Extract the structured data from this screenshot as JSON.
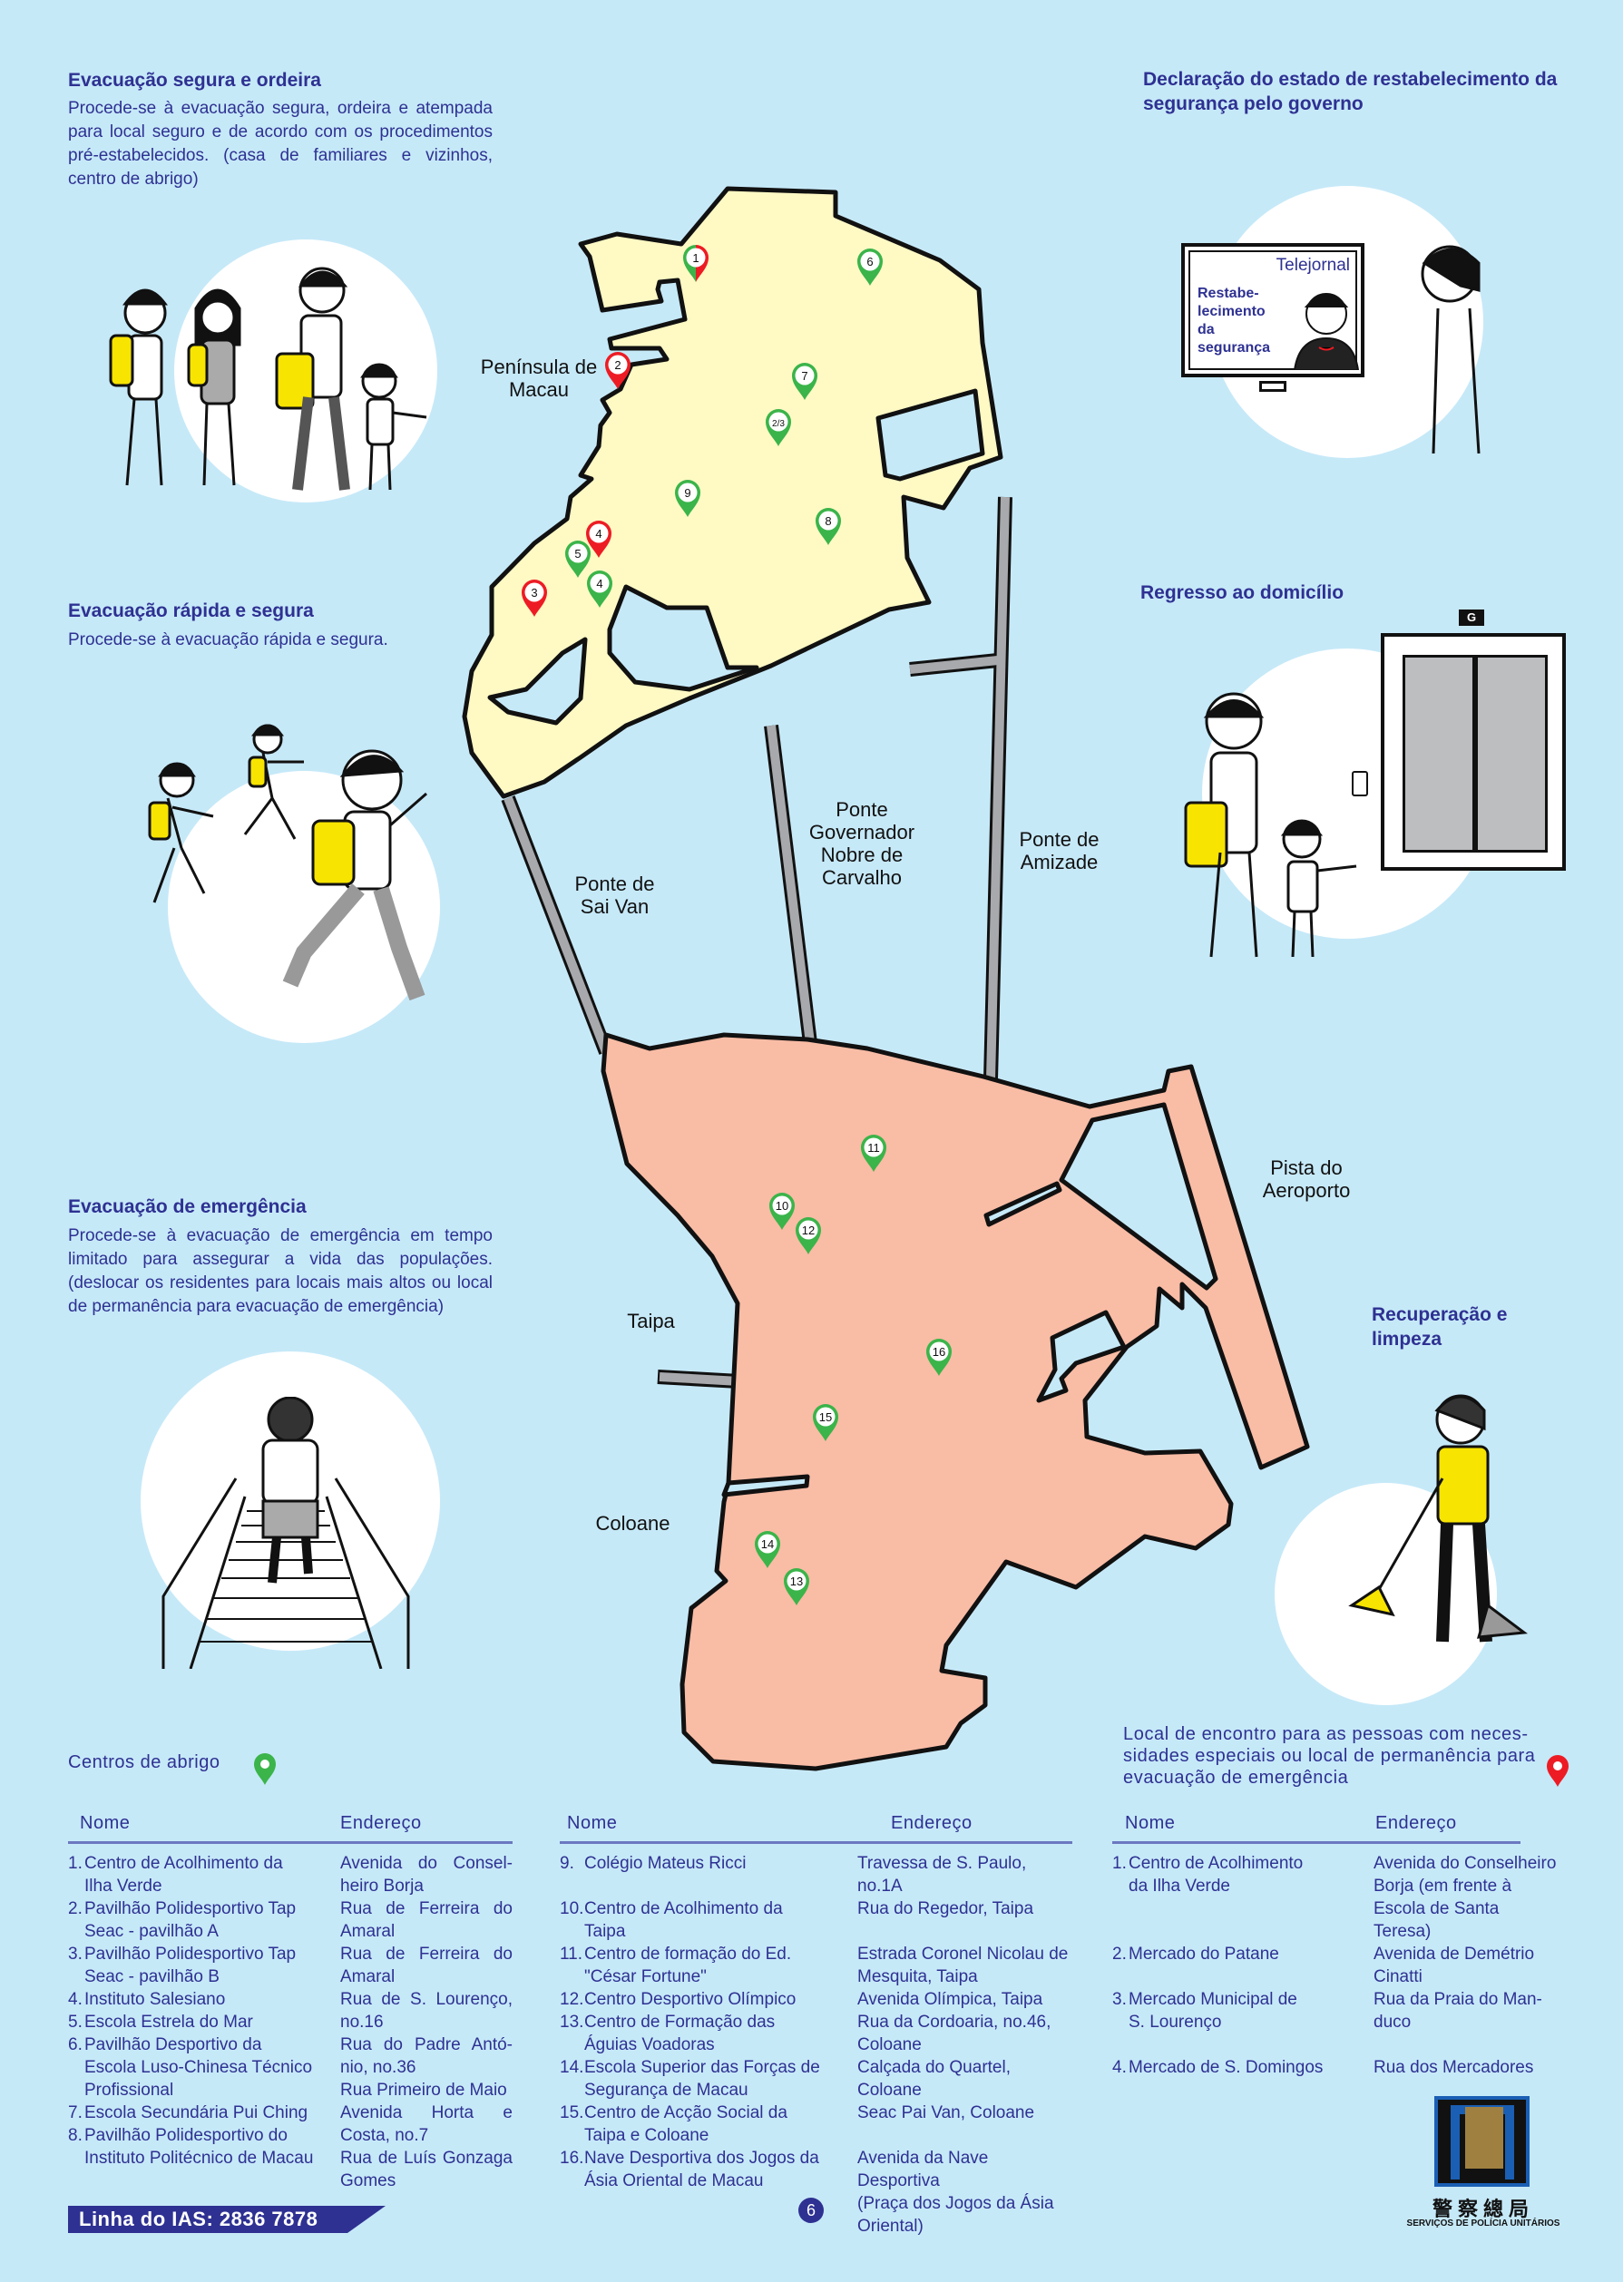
{
  "sections": {
    "safe": {
      "title": "Evacuação segura e ordeira",
      "text": "Procede-se à evacuação segura, ordeira e atempada para local seguro e de acordo com os procedimentos pré-estabelecidos. (casa de familiares e vizinhos, centro de abrigo)"
    },
    "rapid": {
      "title": "Evacuação rápida e segura",
      "text": "Procede-se à evacuação rápida e segura."
    },
    "emergency": {
      "title": "Evacuação de emergência",
      "text": "Procede-se à evacuação de emergência em tempo limitado para assegurar a vida das populações. (deslocar os residentes para locais mais altos ou local de permanência para evacuação de emergência)"
    },
    "declaration": {
      "title": "Declaração do estado de restabelecimento da segurança pelo governo",
      "tv_channel": "Telejornal",
      "tv_headline": "Restabe-lecimento da segurança"
    },
    "return": {
      "title": "Regresso ao domicílio",
      "elevator_floor": "G"
    },
    "recovery": {
      "title": "Recuperação e limpeza"
    }
  },
  "map": {
    "labels": {
      "peninsula": "Península de Macau",
      "sai_van": "Ponte de Sai Van",
      "nobre": "Ponte Governador Nobre de Carvalho",
      "amizade": "Ponte de Amizade",
      "airport": "Pista do Aeroporto",
      "taipa": "Taipa",
      "coloane": "Coloane"
    },
    "pins": [
      {
        "label": "1",
        "type": "both"
      },
      {
        "label": "6",
        "type": "shelter"
      },
      {
        "label": "2",
        "type": "meeting"
      },
      {
        "label": "7",
        "type": "shelter"
      },
      {
        "label": "2/3",
        "type": "shelter"
      },
      {
        "label": "9",
        "type": "shelter"
      },
      {
        "label": "8",
        "type": "shelter"
      },
      {
        "label": "4",
        "type": "meeting"
      },
      {
        "label": "5",
        "type": "shelter"
      },
      {
        "label": "4",
        "type": "shelter"
      },
      {
        "label": "3",
        "type": "meeting"
      },
      {
        "label": "11",
        "type": "shelter"
      },
      {
        "label": "10",
        "type": "shelter"
      },
      {
        "label": "12",
        "type": "shelter"
      },
      {
        "label": "16",
        "type": "shelter"
      },
      {
        "label": "15",
        "type": "shelter"
      },
      {
        "label": "14",
        "type": "shelter"
      },
      {
        "label": "13",
        "type": "shelter"
      }
    ]
  },
  "colors": {
    "shelter": "#3bb44a",
    "meeting": "#ed1c24",
    "peninsula": "#fff9c4",
    "islands": "#f9bca5",
    "text": "#2e3192",
    "background": "#c6e9f8",
    "bridge": "#a7a9ac"
  },
  "shelters": {
    "title": "Centros de abrigo",
    "headers": {
      "name": "Nome",
      "address": "Endereço"
    },
    "tables": [
      {
        "names": [
          {
            "n": "1.",
            "lines": [
              "Centro de Acolhimento da",
              "Ilha Verde"
            ]
          },
          {
            "n": "2.",
            "lines": [
              "Pavilhão Polidesportivo Tap",
              "Seac - pavilhão A"
            ]
          },
          {
            "n": "3.",
            "lines": [
              "Pavilhão Polidesportivo Tap",
              "Seac - pavilhão B"
            ]
          },
          {
            "n": "4.",
            "lines": [
              "Instituto Salesiano"
            ]
          },
          {
            "n": "5.",
            "lines": [
              "Escola Estrela do Mar"
            ]
          },
          {
            "n": "6.",
            "lines": [
              "Pavilhão Desportivo da",
              "Escola Luso-Chinesa Técnico",
              "Profissional"
            ]
          },
          {
            "n": "7.",
            "lines": [
              "Escola Secundária Pui Ching"
            ]
          },
          {
            "n": "8.",
            "lines": [
              "Pavilhão Polidesportivo do",
              "Instituto Politécnico de Macau"
            ]
          }
        ],
        "addresses": [
          [
            "Avenida do Consel-",
            "heiro Borja"
          ],
          [
            "Rua de Ferreira do",
            "Amaral"
          ],
          [
            "Rua de Ferreira do",
            "Amaral"
          ],
          [
            "Rua de S. Lourenço,",
            "no.16"
          ],
          [
            "Rua do Padre Antó-",
            "nio, no.36"
          ],
          [
            "Rua Primeiro de Maio"
          ],
          [
            "Avenida Horta e",
            "Costa, no.7"
          ],
          [
            "Rua de Luís Gonzaga",
            "Gomes"
          ]
        ]
      },
      {
        "rows": [
          {
            "n": "9.",
            "lines": [
              "Colégio Mateus Ricci"
            ],
            "addr": [
              "Travessa de S. Paulo, no.1A"
            ]
          },
          {
            "n": "10.",
            "lines": [
              "Centro de Acolhimento da",
              "Taipa"
            ],
            "addr": [
              "Rua do Regedor, Taipa"
            ]
          },
          {
            "n": "11.",
            "lines": [
              "Centro de formação do  Ed.",
              "\"César Fortune\""
            ],
            "addr": [
              "Estrada Coronel Nicolau de",
              "Mesquita, Taipa"
            ]
          },
          {
            "n": "12.",
            "lines": [
              "Centro Desportivo Olímpico"
            ],
            "addr": [
              "Avenida Olímpica, Taipa"
            ]
          },
          {
            "n": "13.",
            "lines": [
              "Centro de Formação das",
              "Águias Voadoras"
            ],
            "addr": [
              "Rua da Cordoaria, no.46,",
              "Coloane"
            ]
          },
          {
            "n": "14.",
            "lines": [
              "Escola Superior das Forças de",
              "Segurança de Macau"
            ],
            "addr": [
              "Calçada do Quartel, Coloane"
            ]
          },
          {
            "n": "15.",
            "lines": [
              "Centro de Acção Social da",
              "Taipa e Coloane"
            ],
            "addr": [
              "Seac Pai Van, Coloane"
            ]
          },
          {
            "n": "16.",
            "lines": [
              "Nave Desportiva dos Jogos da",
              "Ásia Oriental de Macau"
            ],
            "addr": [
              "Avenida da Nave Desportiva",
              "(Praça dos Jogos da Ásia",
              "Oriental)"
            ]
          }
        ]
      }
    ]
  },
  "meeting": {
    "title": "Local de encontro para as pessoas com neces-sidades especiais ou local de permanência para evacuação de emergência",
    "headers": {
      "name": "Nome",
      "address": "Endereço"
    },
    "rows": [
      {
        "n": "1.",
        "lines": [
          "Centro de Acolhimento",
          "da Ilha Verde"
        ],
        "addr": [
          "Avenida do Conselheiro",
          "Borja (em frente à",
          "Escola de Santa Teresa)"
        ]
      },
      {
        "n": "2.",
        "lines": [
          "Mercado do Patane"
        ],
        "addr": [
          "Avenida de Demétrio",
          "Cinatti"
        ]
      },
      {
        "n": "3.",
        "lines": [
          "Mercado Municipal de",
          "S. Lourenço"
        ],
        "addr": [
          "Rua da Praia do Man-",
          "duco",
          ""
        ]
      },
      {
        "n": "4.",
        "lines": [
          "Mercado de S. Domingos"
        ],
        "addr": [
          "Rua dos Mercadores"
        ]
      }
    ]
  },
  "footer": {
    "hotline": "Linha do IAS: 2836 7878",
    "page": "6",
    "logo_chinese": "警察總局",
    "logo_text": "SERVIÇOS DE POLÍCIA UNITÁRIOS"
  }
}
